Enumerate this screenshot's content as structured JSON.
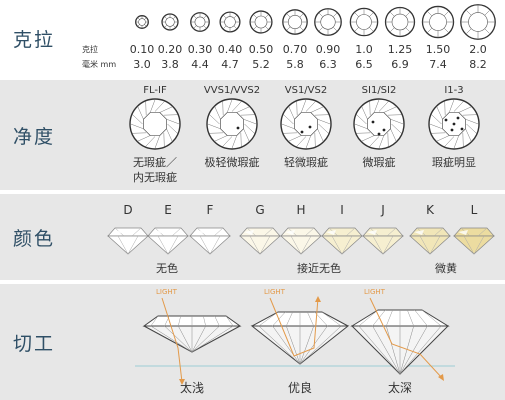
{
  "carat": {
    "title": "克拉",
    "row1_label": "克拉",
    "row2_label": "毫米 mm",
    "values": [
      "0.10",
      "0.20",
      "0.30",
      "0.40",
      "0.50",
      "0.70",
      "0.90",
      "1.0",
      "1.25",
      "1.50",
      "2.0"
    ],
    "mm": [
      "3.0",
      "3.8",
      "4.4",
      "4.7",
      "5.2",
      "5.8",
      "6.3",
      "6.5",
      "6.9",
      "7.4",
      "8.2"
    ]
  },
  "clarity": {
    "title": "净度",
    "grades": [
      "FL-IF",
      "VVS1/VVS2",
      "VS1/VS2",
      "SI1/SI2",
      "I1-3"
    ],
    "desc_line1": [
      "无瑕疵／",
      "极轻微瑕疵",
      "轻微瑕疵",
      "微瑕疵",
      "瑕疵明显"
    ],
    "desc_line2": [
      "内无瑕疵",
      "",
      "",
      "",
      ""
    ],
    "inclusion_level": [
      0,
      1,
      2,
      3,
      4
    ]
  },
  "color": {
    "title": "颜色",
    "letters": [
      "D",
      "E",
      "F",
      "G",
      "H",
      "I",
      "J",
      "K",
      "L"
    ],
    "tint_level": [
      0,
      0,
      0,
      1,
      1,
      2,
      2,
      3,
      4
    ],
    "groups": [
      "无色",
      "接近无色",
      "微黄"
    ]
  },
  "cut": {
    "title": "切工",
    "light_label": "LIGHT",
    "types": [
      "太浅",
      "优良",
      "太深"
    ]
  },
  "colors": {
    "band": "#e7e7e7",
    "title": "#2f4f66",
    "light_arrow": "#e39a4a",
    "diamond_outline": "#555555",
    "tint_yellow": "#f3e7a8"
  }
}
